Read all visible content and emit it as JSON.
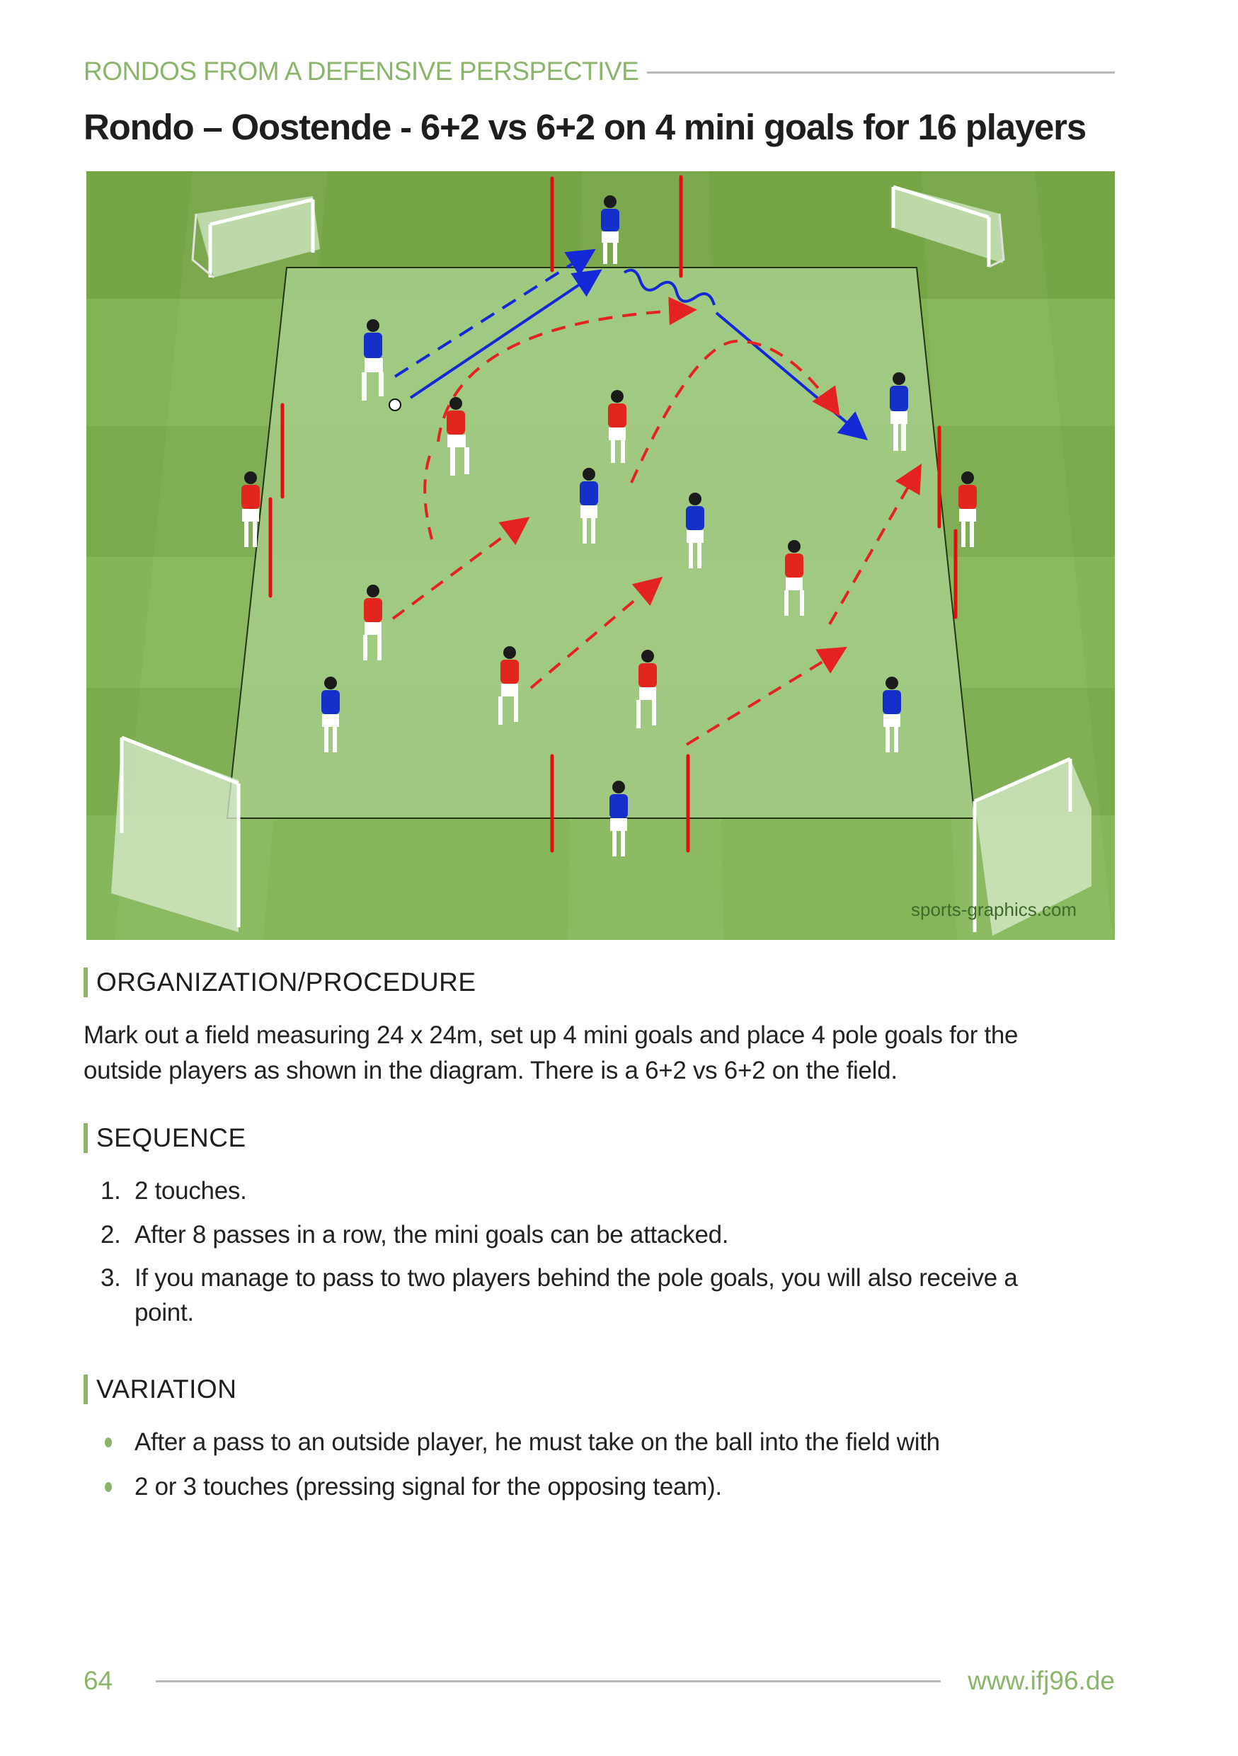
{
  "header": {
    "running_title": "RONDOS FROM A DEFENSIVE PERSPECTIVE",
    "page_title": "Rondo – Oostende - 6+2 vs 6+2 on 4 mini goals for 16 players"
  },
  "diagram": {
    "watermark": "sports-graphics.com",
    "colors": {
      "grass_dark": "#78a84a",
      "grass_light": "#86b85a",
      "field_fill": "#a3cb85",
      "team_blue": "#1530c8",
      "team_red": "#e0261e",
      "pole": "#e01010",
      "pass_blue": "#1428d8",
      "run_red": "#e52222"
    },
    "elements": {
      "mini_goals": 4,
      "pole_goals": 4,
      "blue_players": 8,
      "red_players": 8,
      "ball": 1
    }
  },
  "sections": {
    "organization": {
      "heading": "ORGANIZATION/PROCEDURE",
      "lines": [
        "Mark out a field measuring 24 x 24m, set up 4 mini goals and place 4 pole goals for the",
        "outside players as shown in the diagram. There is a 6+2 vs 6+2 on the field."
      ]
    },
    "sequence": {
      "heading": "SEQUENCE",
      "items": [
        {
          "num": "1.",
          "text": "2 touches."
        },
        {
          "num": "2.",
          "text": "After 8 passes in a row, the mini goals can be attacked."
        },
        {
          "num": "3.",
          "text": "If you manage to pass to two players behind the pole goals, you will also receive a",
          "cont": "point."
        }
      ]
    },
    "variation": {
      "heading": "VARIATION",
      "items": [
        "After a pass to an outside player, he must take on the ball into the field with",
        "2 or 3 touches (pressing signal for the opposing team)."
      ]
    }
  },
  "footer": {
    "page_number": "64",
    "website": "www.ifj96.de"
  }
}
